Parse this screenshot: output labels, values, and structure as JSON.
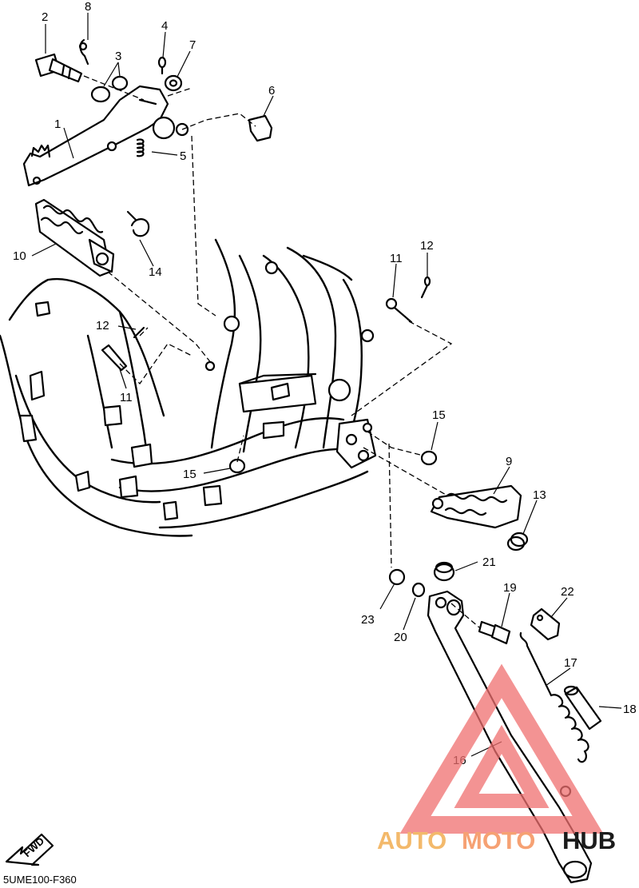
{
  "diagram_code": "5UME100-F360",
  "fwd_label": "FWD",
  "watermark": {
    "word_auto": "AUTO",
    "word_moto": "MOTO",
    "word_hub": "HUB",
    "color_auto": "#f3b96b",
    "color_moto": "#f6a173",
    "color_hub": "#1b1b1b",
    "triangle_color": "#f07070"
  },
  "callouts": {
    "c1": "1",
    "c2": "2",
    "c3": "3",
    "c4": "4",
    "c5": "5",
    "c6": "6",
    "c7": "7",
    "c8": "8",
    "c9": "9",
    "c10": "10",
    "c11a": "11",
    "c11b": "11",
    "c12a": "12",
    "c12b": "12",
    "c13": "13",
    "c14": "14",
    "c15a": "15",
    "c15b": "15",
    "c16": "16",
    "c17": "17",
    "c18": "18",
    "c19": "19",
    "c20": "20",
    "c21": "21",
    "c22": "22",
    "c23": "23"
  }
}
